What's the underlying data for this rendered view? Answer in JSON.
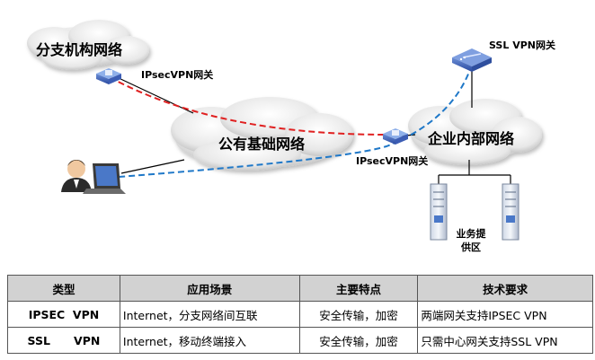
{
  "diagram": {
    "clouds": {
      "branch": "分支机构网络",
      "public": "公有基础网络",
      "enterprise": "企业内部网络"
    },
    "devices": {
      "branch_gateway": "IPsecVPN网关",
      "hq_gateway": "IPsecVPN网关",
      "ssl_gateway": "SSL VPN网关"
    },
    "zone": {
      "business_area": "业务提供区"
    },
    "links": {
      "ipsec_tunnel_color": "#e02020",
      "ssl_tunnel_color": "#1f78c8",
      "physical_link_color": "#000000"
    }
  },
  "table": {
    "headers": [
      "类型",
      "应用场景",
      "主要特点",
      "技术要求"
    ],
    "rows": [
      {
        "type": "IPSEC  VPN",
        "scenario": "Internet，分支网络间互联",
        "feature": "安全传输，加密",
        "requirement": "两端网关支持IPSEC VPN"
      },
      {
        "type": "SSL      VPN",
        "scenario": "Internet，移动终端接入",
        "feature": "安全传输，加密",
        "requirement": "只需中心网关支持SSL VPN"
      }
    ]
  }
}
